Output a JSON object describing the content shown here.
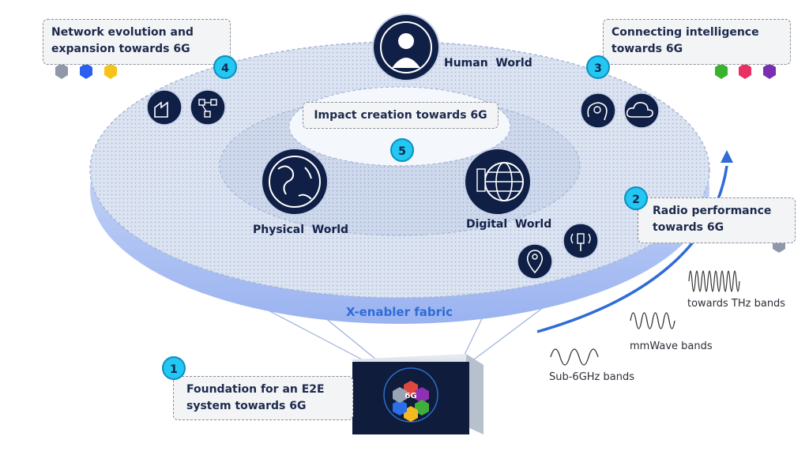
{
  "worlds": {
    "human": "Human  World",
    "physical": "Physical  World",
    "digital": "Digital  World"
  },
  "fabric_label": "X-enabler fabric",
  "callouts": {
    "c1": {
      "number": "1",
      "line1": "Foundation for an E2E",
      "line2": "system towards 6G"
    },
    "c2": {
      "number": "2",
      "line1": "Radio performance",
      "line2": "towards 6G"
    },
    "c3": {
      "number": "3",
      "line1": "Connecting intelligence",
      "line2": "towards 6G"
    },
    "c4": {
      "number": "4",
      "line1": "Network evolution and",
      "line2": "expansion towards 6G"
    },
    "c5": {
      "number": "5",
      "line1": "Impact creation towards 6G"
    }
  },
  "bands": {
    "thz": "towards THz bands",
    "mmwave": "mmWave bands",
    "sub6": "Sub-6GHz bands"
  },
  "cube_label": "6G",
  "colors": {
    "accent_blue": "#2f6cd6",
    "number_badge": "#24c6f2",
    "hex_gray": "#8e98a8",
    "hex_blue": "#2a5ff0",
    "hex_yellow": "#f7c31b",
    "hex_green": "#39b32d",
    "hex_pink": "#ea2f63",
    "hex_purple": "#7a2fb3"
  },
  "icons": [
    "human-world-icon",
    "physical-world-icon",
    "digital-world-icon",
    "factory-icon",
    "network-nodes-icon",
    "brain-gear-icon",
    "cloud-icon",
    "location-pin-icon",
    "antenna-icon"
  ]
}
